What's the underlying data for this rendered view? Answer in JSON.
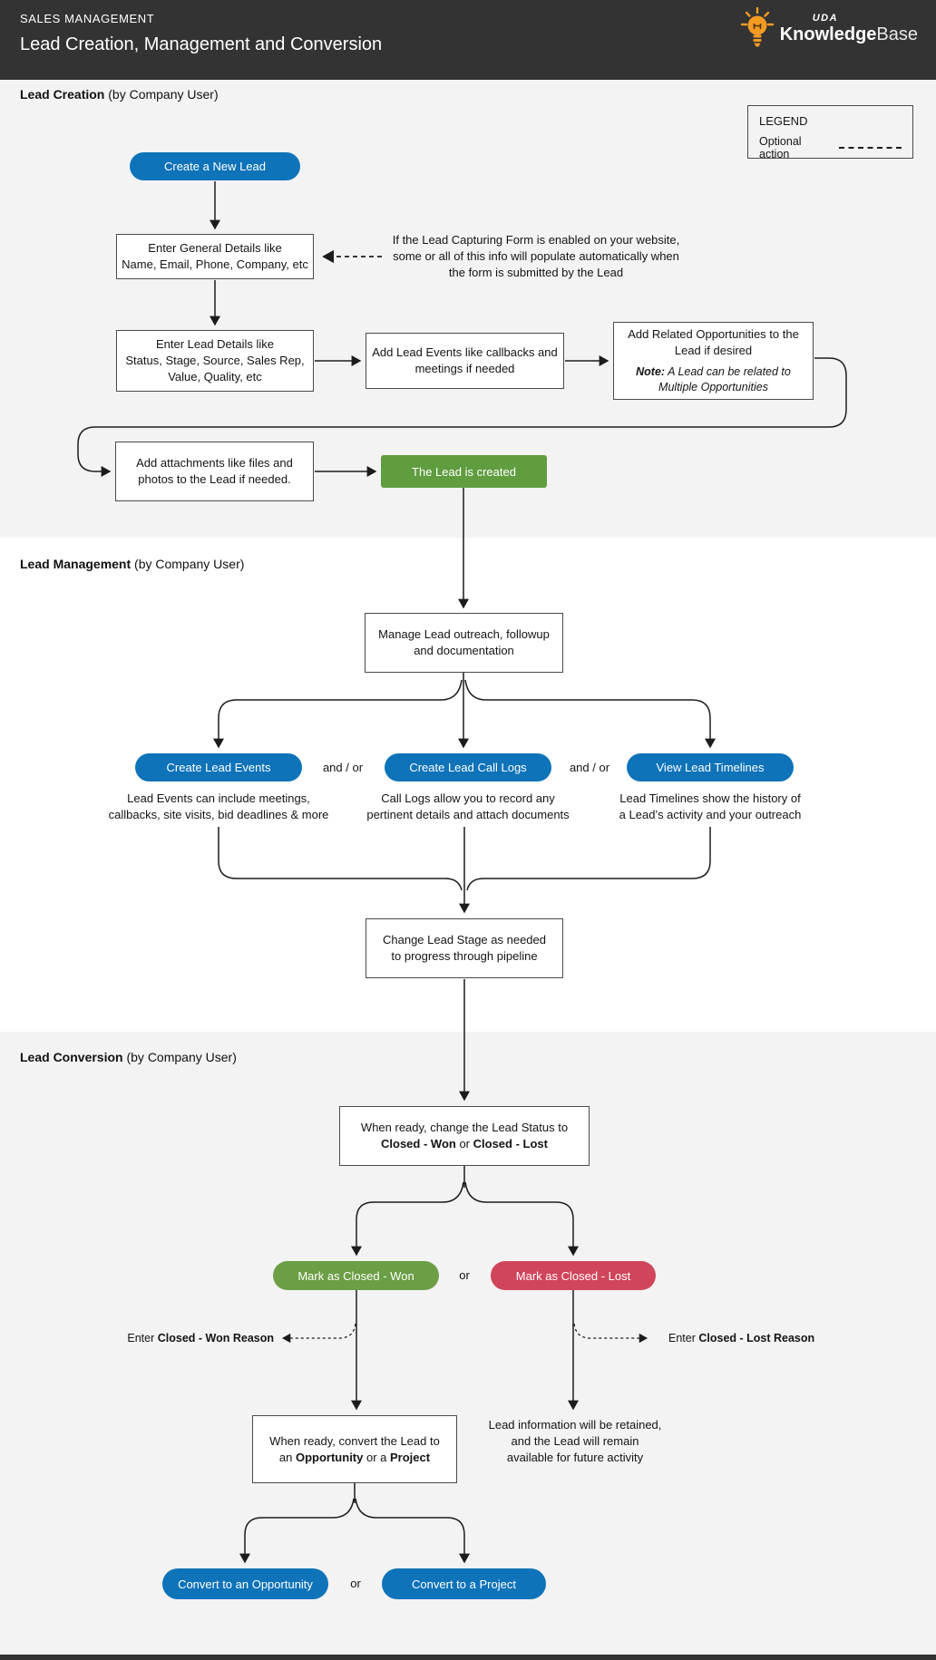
{
  "header": {
    "kicker": "SALES MANAGEMENT",
    "title": "Lead Creation, Management and Conversion",
    "logo": {
      "uda": "UDA",
      "knowledge": "Knowledge",
      "base": "Base"
    }
  },
  "legend": {
    "title": "LEGEND",
    "optional_label": "Optional action"
  },
  "sections": {
    "creation": {
      "title": "Lead Creation",
      "subtitle": "(by Company User)"
    },
    "management": {
      "title": "Lead Management",
      "subtitle": "(by Company User)"
    },
    "conversion": {
      "title": "Lead Conversion",
      "subtitle": "(by Company User)"
    }
  },
  "creation": {
    "start_pill": "Create a New Lead",
    "general_details": {
      "line1": "Enter General Details like",
      "line2": "Name, Email, Phone, Company, etc"
    },
    "capture_note": {
      "line1": "If the Lead Capturing Form is enabled on your website,",
      "line2": "some or all of this info will populate automatically when",
      "line3": "the form is submitted by the Lead"
    },
    "lead_details": {
      "line1": "Enter Lead Details like",
      "line2": "Status, Stage, Source, Sales Rep,",
      "line3": "Value, Quality, etc"
    },
    "lead_events": {
      "line1": "Add Lead Events like callbacks and",
      "line2": "meetings if needed"
    },
    "related_opps": {
      "line1": "Add Related Opportunities to the",
      "line2": "Lead if desired",
      "note_label": "Note:",
      "note_line1": " A Lead can be related to",
      "note_line2": "Multiple Opportunities"
    },
    "attachments": {
      "line1": "Add attachments like files and",
      "line2": "photos to the Lead if needed."
    },
    "created_box": "The Lead is created"
  },
  "management": {
    "manage_box": {
      "line1": "Manage Lead outreach, followup",
      "line2": "and documentation"
    },
    "events_pill": "Create Lead Events",
    "call_logs_pill": "Create Lead Call Logs",
    "timelines_pill": "View Lead Timelines",
    "and_or": "and / or",
    "events_desc": {
      "line1": "Lead Events can include meetings,",
      "line2": "callbacks, site visits, bid deadlines & more"
    },
    "call_logs_desc": {
      "line1": "Call Logs allow you to record any",
      "line2": "pertinent details and attach documents"
    },
    "timelines_desc": {
      "line1": "Lead Timelines show the history of",
      "line2": "a Lead’s activity and your outreach"
    },
    "stage_box": {
      "line1": "Change Lead Stage as needed",
      "line2": "to progress through pipeline"
    }
  },
  "conversion": {
    "status_box": {
      "line1": "When ready, change the Lead Status to",
      "won": "Closed - Won",
      "or_word": " or ",
      "lost": "Closed - Lost"
    },
    "won_pill": "Mark as Closed - Won",
    "or1": "or",
    "lost_pill": "Mark as Closed - Lost",
    "won_reason": {
      "prefix": "Enter ",
      "bold": "Closed - Won Reason"
    },
    "lost_reason": {
      "prefix": "Enter ",
      "bold": "Closed - Lost Reason"
    },
    "convert_box": {
      "line1": "When ready, convert the Lead to",
      "an": "an ",
      "opportunity": "Opportunity",
      "or_a": " or a ",
      "project": "Project"
    },
    "retained_note": {
      "line1": "Lead information will be retained,",
      "line2": "and the Lead will remain",
      "line3": "available for future activity"
    },
    "convert_opp_pill": "Convert to an Opportunity",
    "or2": "or",
    "convert_proj_pill": "Convert to a Project"
  },
  "colors": {
    "header_bg": "#333333",
    "section_alt_bg": "#f3f3f3",
    "section_white_bg": "#ffffff",
    "action_blue": "#0e73b9",
    "created_green": "#5f9d3f",
    "won_green": "#6b9e45",
    "lost_red": "#d0455a",
    "logo_orange": "#f59b24",
    "line_color": "#1c1c1c"
  }
}
